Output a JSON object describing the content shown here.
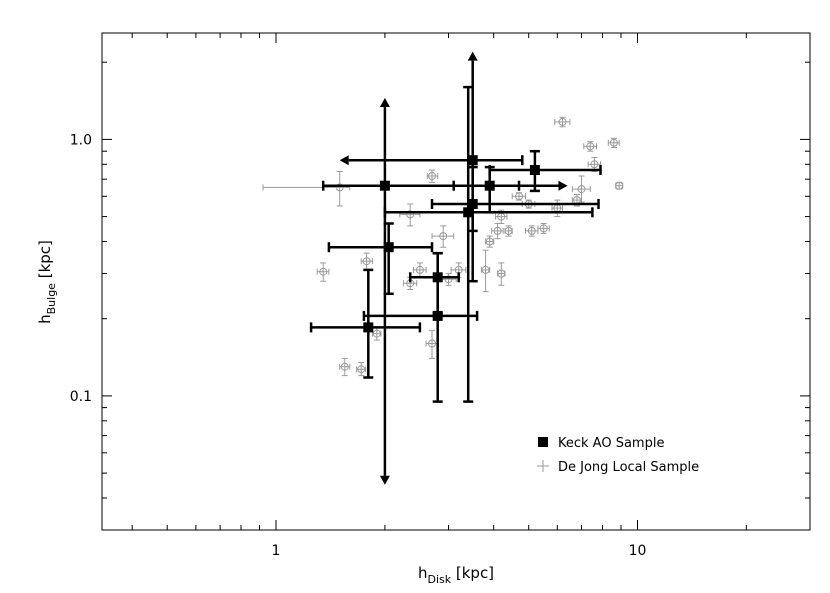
{
  "chart_data": {
    "type": "scatter",
    "xscale": "log",
    "yscale": "log",
    "xlim": [
      0.33,
      30
    ],
    "ylim": [
      0.03,
      2.6
    ],
    "xticks": [
      {
        "value": 1,
        "label": "1"
      },
      {
        "value": 10,
        "label": "10"
      }
    ],
    "yticks": [
      {
        "value": 0.1,
        "label": "0.1"
      },
      {
        "value": 1.0,
        "label": "1.0"
      }
    ],
    "xlabel": {
      "main": "h",
      "sub": "Disk",
      "unit": " [kpc]"
    },
    "ylabel": {
      "main": "h",
      "sub": "Bulge",
      "unit": " [kpc]"
    },
    "grid": false,
    "legend_position": "bottom-right",
    "series": [
      {
        "name": "Keck AO Sample",
        "marker": "filled-square",
        "color": "#000000",
        "points": [
          {
            "x": 2.0,
            "y": 0.66,
            "xerr": [
              1.35,
              4.7
            ],
            "yerr": [
              0.045,
              1.45
            ],
            "arrows": [
              "up",
              "down"
            ]
          },
          {
            "x": 3.5,
            "y": 0.83,
            "xerr": [
              1.5,
              4.8
            ],
            "yerr": [
              0.28,
              2.2
            ],
            "arrows": [
              "up",
              "left"
            ]
          },
          {
            "x": 3.4,
            "y": 0.52,
            "xerr": [
              2.0,
              7.5
            ],
            "yerr": [
              0.095,
              1.6
            ],
            "arrows": []
          },
          {
            "x": 3.5,
            "y": 0.56,
            "xerr": [
              2.7,
              7.8
            ],
            "yerr": [
              0.44,
              0.78
            ],
            "arrows": []
          },
          {
            "x": 3.9,
            "y": 0.66,
            "xerr": [
              3.1,
              6.4
            ],
            "yerr": [
              0.52,
              0.78
            ],
            "arrows": [
              "right"
            ]
          },
          {
            "x": 5.2,
            "y": 0.76,
            "xerr": [
              3.9,
              7.9
            ],
            "yerr": [
              0.63,
              0.9
            ],
            "arrows": []
          },
          {
            "x": 2.05,
            "y": 0.38,
            "xerr": [
              1.4,
              2.7
            ],
            "yerr": [
              0.25,
              0.47
            ],
            "arrows": []
          },
          {
            "x": 2.8,
            "y": 0.29,
            "xerr": [
              2.35,
              3.2
            ],
            "yerr": [
              0.21,
              0.36
            ],
            "arrows": []
          },
          {
            "x": 2.8,
            "y": 0.205,
            "xerr": [
              1.75,
              3.6
            ],
            "yerr": [
              0.095,
              0.36
            ],
            "arrows": []
          },
          {
            "x": 1.8,
            "y": 0.185,
            "xerr": [
              1.25,
              2.5
            ],
            "yerr": [
              0.118,
              0.31
            ],
            "arrows": []
          }
        ]
      },
      {
        "name": "De Jong Local Sample",
        "marker": "circle-plus",
        "color": "#9a9a9a",
        "points": [
          {
            "x": 1.5,
            "y": 0.65,
            "xerr": [
              0.92,
              1.6
            ],
            "yerr": [
              0.55,
              0.75
            ]
          },
          {
            "x": 2.7,
            "y": 0.72,
            "xerr": [
              2.62,
              2.8
            ],
            "yerr": [
              0.68,
              0.76
            ]
          },
          {
            "x": 2.35,
            "y": 0.51,
            "xerr": [
              2.2,
              2.5
            ],
            "yerr": [
              0.46,
              0.56
            ]
          },
          {
            "x": 2.9,
            "y": 0.42,
            "xerr": [
              2.7,
              3.1
            ],
            "yerr": [
              0.38,
              0.46
            ]
          },
          {
            "x": 1.35,
            "y": 0.305,
            "xerr": [
              1.3,
              1.4
            ],
            "yerr": [
              0.28,
              0.33
            ]
          },
          {
            "x": 1.78,
            "y": 0.335,
            "xerr": [
              1.72,
              1.85
            ],
            "yerr": [
              0.31,
              0.36
            ]
          },
          {
            "x": 2.5,
            "y": 0.31,
            "xerr": [
              2.4,
              2.6
            ],
            "yerr": [
              0.29,
              0.33
            ]
          },
          {
            "x": 3.2,
            "y": 0.31,
            "xerr": [
              3.05,
              3.35
            ],
            "yerr": [
              0.29,
              0.33
            ]
          },
          {
            "x": 2.35,
            "y": 0.275,
            "xerr": [
              2.25,
              2.45
            ],
            "yerr": [
              0.26,
              0.29
            ]
          },
          {
            "x": 3.0,
            "y": 0.285,
            "xerr": [
              2.85,
              3.15
            ],
            "yerr": [
              0.27,
              0.3
            ]
          },
          {
            "x": 1.9,
            "y": 0.175,
            "xerr": [
              1.85,
              1.95
            ],
            "yerr": [
              0.165,
              0.185
            ]
          },
          {
            "x": 1.55,
            "y": 0.13,
            "xerr": [
              1.5,
              1.6
            ],
            "yerr": [
              0.12,
              0.14
            ]
          },
          {
            "x": 1.72,
            "y": 0.127,
            "xerr": [
              1.67,
              1.77
            ],
            "yerr": [
              0.12,
              0.135
            ]
          },
          {
            "x": 2.7,
            "y": 0.16,
            "xerr": [
              2.6,
              2.8
            ],
            "yerr": [
              0.14,
              0.18
            ]
          },
          {
            "x": 3.8,
            "y": 0.31,
            "xerr": [
              3.7,
              3.9
            ],
            "yerr": [
              0.255,
              0.37
            ]
          },
          {
            "x": 4.2,
            "y": 0.3,
            "xerr": [
              4.1,
              4.3
            ],
            "yerr": [
              0.27,
              0.33
            ]
          },
          {
            "x": 4.1,
            "y": 0.44,
            "xerr": [
              3.95,
              4.25
            ],
            "yerr": [
              0.41,
              0.47
            ]
          },
          {
            "x": 4.2,
            "y": 0.5,
            "xerr": [
              4.05,
              4.35
            ],
            "yerr": [
              0.47,
              0.53
            ]
          },
          {
            "x": 4.4,
            "y": 0.44,
            "xerr": [
              4.3,
              4.5
            ],
            "yerr": [
              0.42,
              0.46
            ]
          },
          {
            "x": 5.1,
            "y": 0.44,
            "xerr": [
              4.9,
              5.3
            ],
            "yerr": [
              0.42,
              0.46
            ]
          },
          {
            "x": 5.5,
            "y": 0.45,
            "xerr": [
              5.3,
              5.7
            ],
            "yerr": [
              0.43,
              0.47
            ]
          },
          {
            "x": 3.9,
            "y": 0.4,
            "xerr": [
              3.8,
              4.0
            ],
            "yerr": [
              0.38,
              0.42
            ]
          },
          {
            "x": 4.7,
            "y": 0.6,
            "xerr": [
              4.5,
              4.9
            ],
            "yerr": [
              0.58,
              0.62
            ]
          },
          {
            "x": 5.0,
            "y": 0.56,
            "xerr": [
              4.8,
              5.2
            ],
            "yerr": [
              0.54,
              0.58
            ]
          },
          {
            "x": 6.0,
            "y": 0.54,
            "xerr": [
              5.8,
              6.2
            ],
            "yerr": [
              0.5,
              0.58
            ]
          },
          {
            "x": 6.8,
            "y": 0.58,
            "xerr": [
              6.6,
              7.0
            ],
            "yerr": [
              0.55,
              0.61
            ]
          },
          {
            "x": 7.0,
            "y": 0.64,
            "xerr": [
              6.6,
              7.4
            ],
            "yerr": [
              0.57,
              0.72
            ]
          },
          {
            "x": 7.6,
            "y": 0.8,
            "xerr": [
              7.3,
              7.9
            ],
            "yerr": [
              0.75,
              0.85
            ]
          },
          {
            "x": 7.4,
            "y": 0.94,
            "xerr": [
              7.1,
              7.7
            ],
            "yerr": [
              0.9,
              0.98
            ]
          },
          {
            "x": 8.6,
            "y": 0.97,
            "xerr": [
              8.3,
              8.9
            ],
            "yerr": [
              0.93,
              1.01
            ]
          },
          {
            "x": 8.9,
            "y": 0.66,
            "xerr": [
              8.7,
              9.1
            ],
            "yerr": [
              0.64,
              0.68
            ]
          },
          {
            "x": 6.2,
            "y": 1.17,
            "xerr": [
              5.9,
              6.5
            ],
            "yerr": [
              1.12,
              1.22
            ]
          }
        ]
      }
    ]
  }
}
